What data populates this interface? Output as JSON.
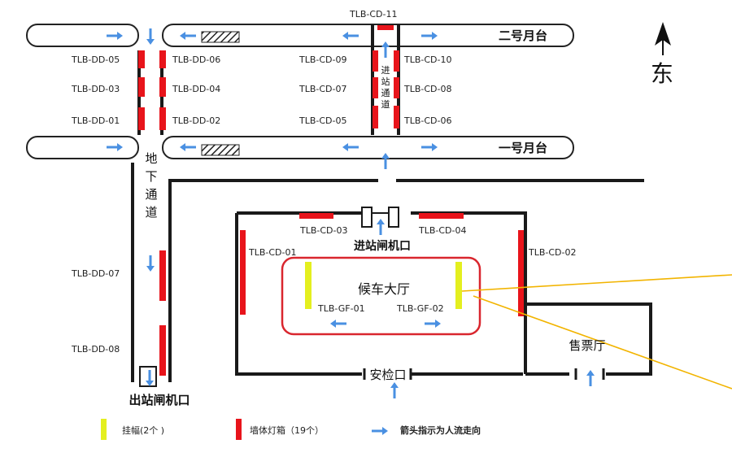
{
  "compass": {
    "label": "东"
  },
  "platforms": {
    "upper": "二号月台",
    "lower": "一号月台"
  },
  "areas": {
    "underground_passage": [
      "地",
      "下",
      "通",
      "道"
    ],
    "entry_passage": [
      "进",
      "站",
      "通",
      "道"
    ],
    "entry_gate": "进站闸机口",
    "waiting_hall": "候车大厅",
    "ticket_hall": "售票厅",
    "security_check": "安检口",
    "exit_gate": "出站闸机口"
  },
  "wall_signs": {
    "dd05": "TLB-DD-05",
    "dd03": "TLB-DD-03",
    "dd01": "TLB-DD-01",
    "dd06": "TLB-DD-06",
    "dd04": "TLB-DD-04",
    "dd02": "TLB-DD-02",
    "dd07": "TLB-DD-07",
    "dd08": "TLB-DD-08",
    "cd09": "TLB-CD-09",
    "cd07": "TLB-CD-07",
    "cd05": "TLB-CD-05",
    "cd10": "TLB-CD-10",
    "cd08": "TLB-CD-08",
    "cd06": "TLB-CD-06",
    "cd11": "TLB-CD-11",
    "cd03": "TLB-CD-03",
    "cd04": "TLB-CD-04",
    "cd01": "TLB-CD-01",
    "cd02": "TLB-CD-02"
  },
  "hanging_signs": {
    "gf01": "TLB-GF-01",
    "gf02": "TLB-GF-02"
  },
  "legend": {
    "hanging": "挂幅(2个 )",
    "wall": "墙体灯箱（19个）",
    "arrow": "箭头指示为人流走向"
  },
  "colors": {
    "wall_light": "#e8141b",
    "hanging": "#e4ef1f",
    "arrow": "#4a90e2",
    "highlight": "#d9262e",
    "leader": "#f2b400",
    "wall": "#1a1a1a"
  }
}
